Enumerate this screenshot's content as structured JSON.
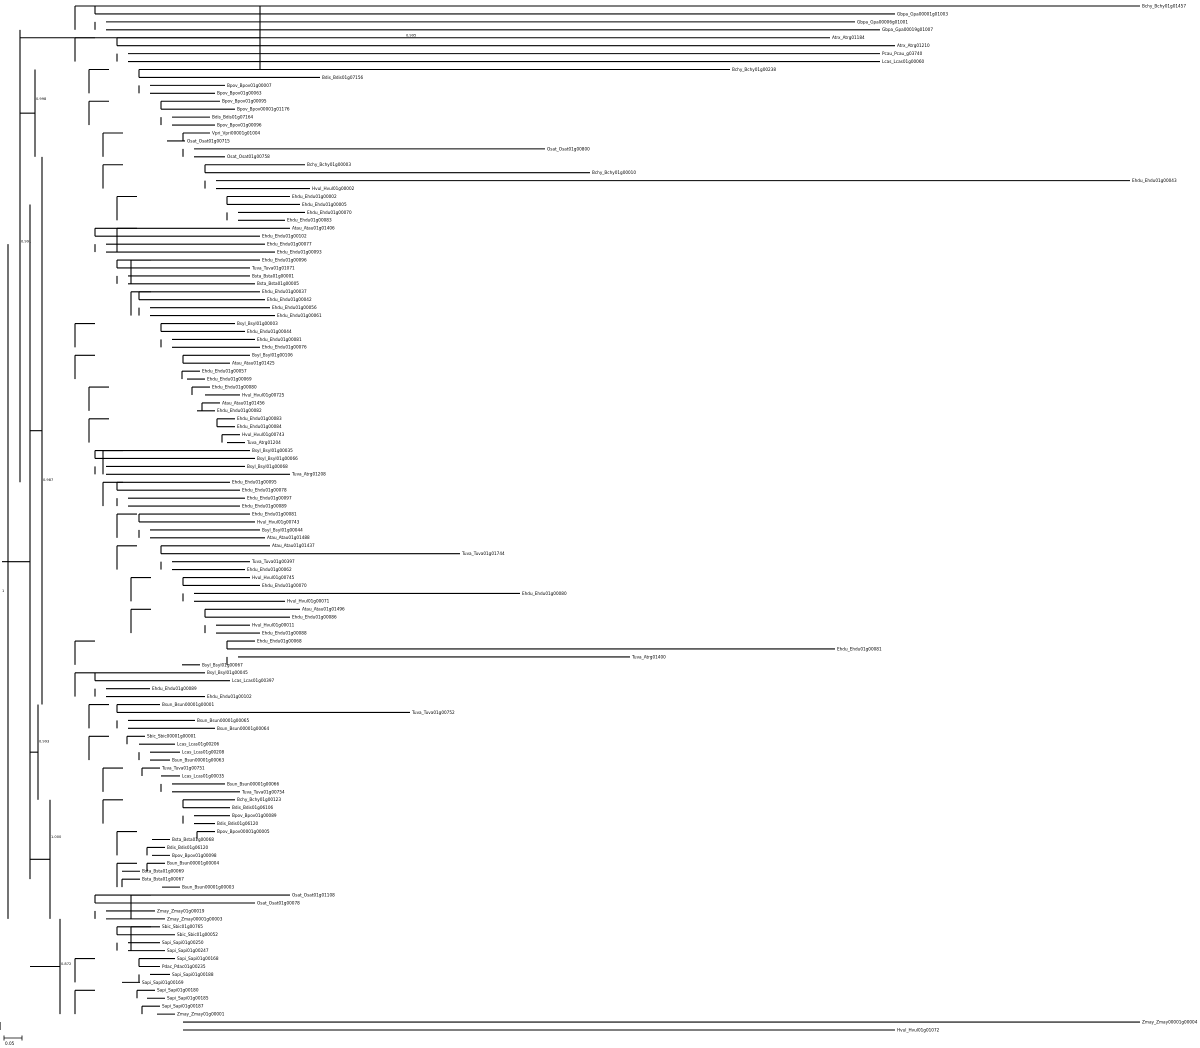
{
  "tree": {
    "scale_bar_label": "0.05",
    "root_support": "1",
    "clade_supports": [
      "0.995",
      "0.998",
      "0.987",
      "0.993",
      "1.000",
      "0.872",
      "0.991"
    ],
    "tips": [
      "Bchy_Bchy01g01457",
      "Gbpa_Gpa00001g01003",
      "Gbpa_Gpa00006g01001",
      "Gbpa_Gpa00019g01007",
      "Atrx_Atrg01184",
      "Atrx_Atrg01210",
      "Pcau_Pcau_g03740",
      "Lcas_Lcas01g00060",
      "Bchy_Bchy01g00238",
      "Bdis_Bdis01g07156",
      "Bpov_Bpov01g00007",
      "Bpov_Bpov01g00063",
      "Bpov_Bpov01g00095",
      "Bpov_Bpov00001g01176",
      "Bdis_Bdis01g07164",
      "Bpov_Bpov01g00096",
      "Vpri_Vpri00001g01004",
      "Osat_Osat01g00715",
      "Osat_Osat01g00800",
      "Osat_Osat01g00758",
      "Bchy_Bchy01g00003",
      "Bchy_Bchy01g00010",
      "Ehdu_Ehdu01g00043",
      "Hvul_Hvul01g00002",
      "Ehdu_Ehdu01g00002",
      "Ehdu_Ehdu01g00005",
      "Ehdu_Ehdu01g00070",
      "Ehdu_Ehdu01g00083",
      "Atau_Atau01g01406",
      "Ehdu_Ehdu01g00102",
      "Ehdu_Ehdu01g00077",
      "Ehdu_Ehdu01g00093",
      "Ehdu_Ehdu01g00096",
      "Tuva_Tuva01g01071",
      "Bsta_Bsta01g00001",
      "Bsta_Bsta01g00005",
      "Ehdu_Ehdu01g00037",
      "Ehdu_Ehdu01g00042",
      "Ehdu_Ehdu01g00056",
      "Ehdu_Ehdu01g00061",
      "Bsyl_Bsyl01g00003",
      "Ehdu_Ehdu01g00044",
      "Ehdu_Ehdu01g00081",
      "Ehdu_Ehdu01g00076",
      "Bsyl_Bsyl01g00106",
      "Atau_Atau01g01425",
      "Ehdu_Ehdu01g00057",
      "Ehdu_Ehdu01g00069",
      "Ehdu_Ehdu01g00080",
      "Hvul_Hvul01g00725",
      "Atau_Atau01g01456",
      "Ehdu_Ehdu01g00082",
      "Ehdu_Ehdu01g00083",
      "Ehdu_Ehdu01g00084",
      "Hvul_Hvul01g00743",
      "Tuva_Atrg01204",
      "Bsyl_Bsyl01g00035",
      "Bsyl_Bsyl01g00066",
      "Bsyl_Bsyl01g00068",
      "Tuva_Atrg01208",
      "Ehdu_Ehdu01g00095",
      "Ehdu_Ehdu01g00078",
      "Ehdu_Ehdu01g00097",
      "Ehdu_Ehdu01g00089",
      "Ehdu_Ehdu01g00081",
      "Hvul_Hvul01g00743",
      "Bsyl_Bsyl01g00044",
      "Atau_Atau01g01488",
      "Atau_Atau01g01437",
      "Tuva_Tuva01g01744",
      "Tuva_Tuva01g00397",
      "Ehdu_Ehdu01g00062",
      "Hvul_Hvul01g00745",
      "Ehdu_Ehdu01g00070",
      "Ehdu_Ehdu01g00080",
      "Hvul_Hvul01g00071",
      "Atau_Atau01g01496",
      "Ehdu_Ehdu01g00086",
      "Hvul_Hvul01g00011",
      "Ehdu_Ehdu01g00088",
      "Ehdu_Ehdu01g00068",
      "Ehdu_Ehdu01g00081",
      "Tuva_Atrg01400",
      "Bsyl_Bsyl01g00067",
      "Bsyl_Bsyl01g00045",
      "Lcas_Lcas01g00397",
      "Ehdu_Ehdu01g00089",
      "Ehdu_Ehdu01g00102",
      "Bsun_Bsun00001g00001",
      "Tuva_Tuva01g00752",
      "Bsun_Bsun00001g00065",
      "Bsun_Bsun00001g00064",
      "Sbic_Sbic00001g00001",
      "Lcas_Lcas01g00206",
      "Lcas_Lcas01g00208",
      "Bsun_Bsun00001g00063",
      "Tuva_Tuva01g00751",
      "Lcas_Lcas01g00035",
      "Bsun_Bsun00001g00066",
      "Tuva_Tuva01g00754",
      "Bchy_Bchy01g00123",
      "Bdis_Bdis01g06106",
      "Bpov_Bpov01g00089",
      "Bdis_Bdis01g06120",
      "Bpov_Bpov00001g00005",
      "Bsta_Bsta01g00068",
      "Bdis_Bdis01g06120",
      "Bpov_Bpov01g00098",
      "Bsun_Bsun00001g00004",
      "Bsta_Bsta01g00069",
      "Bsta_Bsta01g00067",
      "Bsun_Bsun00001g00003",
      "Osat_Osat01g01108",
      "Osat_Osat01g00078",
      "Zmay_Zmay01g00019",
      "Zmay_Zmay00001g00003",
      "Sbic_Sbic01g00765",
      "Sbic_Sbic01g00052",
      "Sapi_Sapi01g00250",
      "Sapi_Sapi01g00247",
      "Sapi_Sapi01g00168",
      "Pdac_Pdac01g00235",
      "Sapi_Sapi01g00188",
      "Sapi_Sapi01g00169",
      "Sapi_Sapi01g00180",
      "Sapi_Sapi01g00185",
      "Sapi_Sapi01g00187",
      "Zmay_Zmay01g00001",
      "Zmay_Zmay00001g00004",
      "Hvul_Hvul01g01072"
    ]
  }
}
